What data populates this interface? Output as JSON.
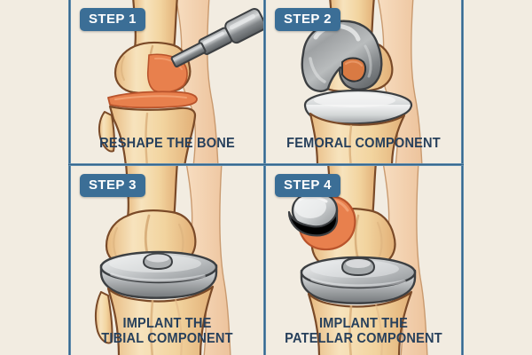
{
  "background_color": "#f2ece1",
  "divider_color": "#2d5f86",
  "badge": {
    "background_color": "#3b6e96",
    "text_color": "#ffffff"
  },
  "caption_color": "#27405c",
  "palette": {
    "bone_light": "#f7e2ba",
    "bone_mid": "#f0d09a",
    "bone_shadow": "#e0b175",
    "bone_outline": "#7a4a28",
    "cartilage": "#e8804d",
    "cartilage_dark": "#cf6436",
    "metal_light": "#e6e6e4",
    "metal_mid": "#a7a9aa",
    "metal_dark": "#6e7173",
    "metal_outline": "#3c3f42",
    "skin": "#f6d7b6"
  },
  "panels": [
    {
      "id": "panel-1",
      "badge": "STEP 1",
      "caption_lines": [
        "RESHAPE THE BONE"
      ],
      "illustration": "knee-with-surgical-chisel"
    },
    {
      "id": "panel-2",
      "badge": "STEP 2",
      "caption_lines": [
        "FEMORAL COMPONENT"
      ],
      "illustration": "knee-with-femoral-metal-component"
    },
    {
      "id": "panel-3",
      "badge": "STEP 3",
      "caption_lines": [
        "IMPLANT THE",
        "TIBIAL COMPONENT"
      ],
      "illustration": "knee-with-tibial-tray-implant"
    },
    {
      "id": "panel-4",
      "badge": "STEP 4",
      "caption_lines": [
        "IMPLANT THE",
        "PATELLAR COMPONENT"
      ],
      "illustration": "knee-with-patellar-button-implant"
    }
  ]
}
